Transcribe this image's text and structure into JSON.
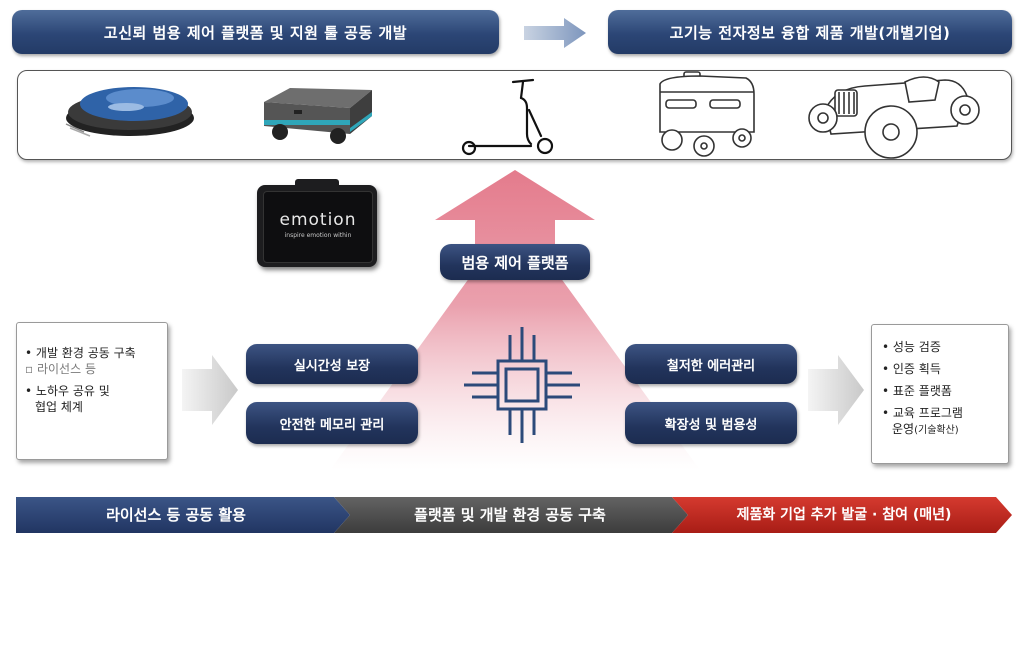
{
  "top_left_banner": "고신뢰 범용 제어 플랫폼 및 지원 툴 공동 개발",
  "top_right_banner": "고기능 전자정보 융합 제품 개발(개별기업)",
  "device_brand": "emotion",
  "device_tagline": "inspire emotion within",
  "platform_label": "범용 제어 플랫폼",
  "feature_buttons": {
    "realtime": "실시간성 보장",
    "memory": "안전한 메모리 관리",
    "error": "철저한 에러관리",
    "scalability": "확장성 및 범용성"
  },
  "left_box": {
    "items": [
      {
        "bullet": "•",
        "text": "개발 환경 공동 구축"
      },
      {
        "bullet": "▫",
        "text": "라이선스 등"
      },
      {
        "bullet": "•",
        "text": "노하우 공유 및"
      },
      {
        "bullet": "",
        "text": "협업 체계"
      }
    ]
  },
  "right_box": {
    "items": [
      {
        "text": "• 성능 검증"
      },
      {
        "text": "• 인증 획득"
      },
      {
        "text": "• 표준 플랫폼"
      },
      {
        "text": "• 교육 프로그램"
      }
    ],
    "last_line_main": "운영",
    "last_line_small": "(기술확산)"
  },
  "bottom_bar": {
    "segment1": "라이선스 등 공동 활용",
    "segment2": "플랫폼 및 개발 환경 공동 구축",
    "segment3": "제품화 기업 추가 발굴 · 참여 (매년)"
  },
  "colors": {
    "navy": "#2c4676",
    "dark_gray": "#4a4a4a",
    "red": "#c0271f",
    "pink_arrow": "#e07a8c"
  },
  "products": [
    "robot-vacuum",
    "mobile-robot",
    "electric-kickscooter",
    "delivery-robot",
    "vintage-car"
  ]
}
